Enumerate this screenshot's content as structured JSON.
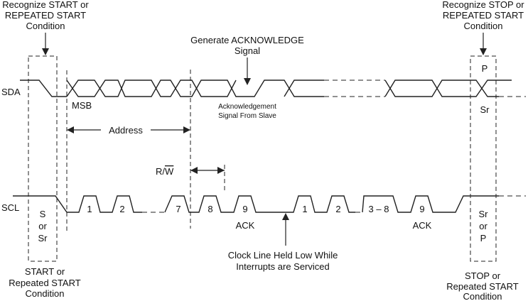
{
  "signals": {
    "sda": "SDA",
    "scl": "SCL"
  },
  "top": {
    "start_l1": "Recognize START or",
    "start_l2": "REPEATED START",
    "start_l3": "Condition",
    "ack_l1": "Generate ACKNOWLEDGE",
    "ack_l2": "Signal",
    "stop_l1": "Recognize STOP or",
    "stop_l2": "REPEATED START",
    "stop_l3": "Condition"
  },
  "sda": {
    "msb": "MSB",
    "ack_l1": "Acknowledgement",
    "ack_l2": "Signal  From Slave",
    "p": "P",
    "sr": "Sr"
  },
  "timing": {
    "address": "Address",
    "rw_prefix": "R/",
    "rw_bar": "W"
  },
  "scl": {
    "pulses": [
      "1",
      "2",
      "7",
      "8",
      "9",
      "1",
      "2",
      "3 – 8",
      "9"
    ],
    "ack1": "ACK",
    "ack2": "ACK",
    "start_box": [
      "S",
      "or",
      "Sr"
    ],
    "stop_box": [
      "Sr",
      "or",
      "P"
    ]
  },
  "bottom": {
    "clock_l1": "Clock Line Held Low While",
    "clock_l2": "Interrupts are Serviced",
    "start_l1": "START or",
    "start_l2": "Repeated START",
    "start_l3": "Condition",
    "stop_l1": "STOP or",
    "stop_l2": "Repeated START",
    "stop_l3": "Condition"
  }
}
